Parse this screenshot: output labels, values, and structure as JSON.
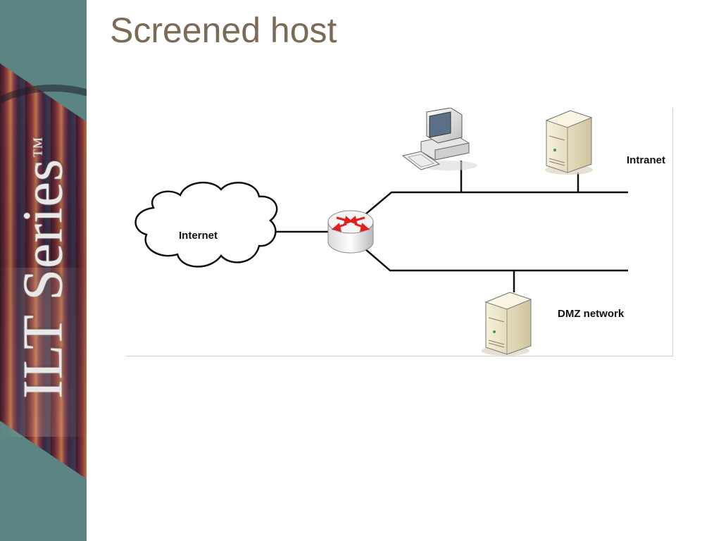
{
  "slide": {
    "title": "Screened host",
    "brand": {
      "text": "ILT Series",
      "tm": "TM"
    }
  },
  "diagram": {
    "labels": {
      "internet": "Internet",
      "intranet": "Intranet",
      "dmz": "DMZ network"
    },
    "icons": {
      "cloud": "cloud-icon",
      "router": "router-icon",
      "workstation": "workstation-icon",
      "intranet_server": "server-icon",
      "dmz_server": "server-icon"
    },
    "colors": {
      "router_arrows": "#e02020",
      "server_body": "#efe6c8",
      "lines": "#111111"
    }
  }
}
